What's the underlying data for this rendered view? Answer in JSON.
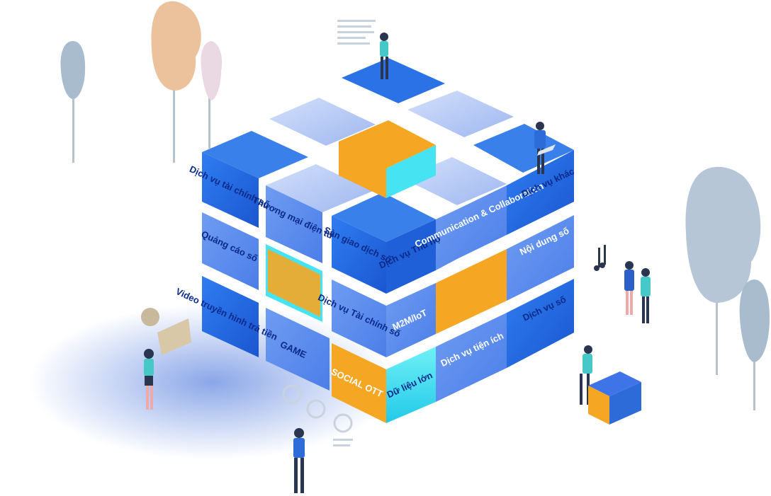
{
  "colors": {
    "cube_top": "#b9cbf4",
    "cube_left": "#2b72e6",
    "cube_right": "#5b8df0",
    "cube_dark": "#1f5fd8",
    "orange": "#f5a623",
    "cyan": "#46e3f2",
    "tree_gray": "#a9bccd",
    "tree_peach": "#ebc29c",
    "tree_pink": "#ead9e2"
  },
  "labels": {
    "dich_vu_tai_chinh_so_top": "Dịch vụ tài chính số",
    "thuong_mai_dien_tu": "Thương mại điện tử",
    "san_giao_dich_so": "Sàn giao dịch số",
    "dich_vu_thu_ho": "Dịch vụ Thu hộ",
    "communication": "Communication & Collaboration",
    "dich_vu_khac": "Dịch vụ khác",
    "quang_cao_so": "Quảng cáo số",
    "noi_dung_so": "Nội dung số",
    "video_truyen_hinh": "Video truyền hình trả tiền",
    "dich_vu_tai_chinh_so_mid": "Dịch vụ Tài chính số",
    "m2m_iot": "M2M/IoT",
    "dich_vu_so": "Dịch vụ số",
    "game": "GAME",
    "social_ott": "SOCIAL OTT",
    "du_lieu_lon": "Dữ liệu lớn",
    "dich_vu_tien_ich": "Dịch vụ tiện ích"
  }
}
